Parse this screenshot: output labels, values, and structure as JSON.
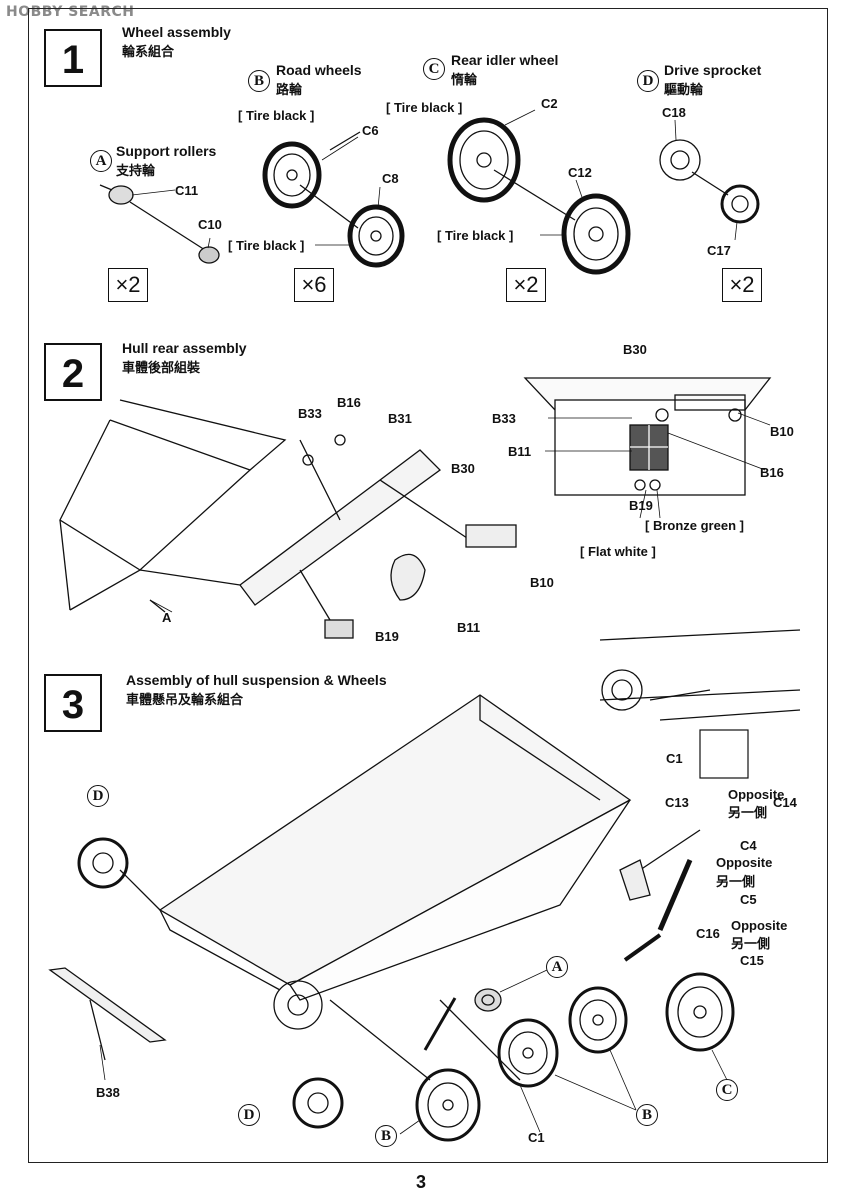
{
  "watermark": "HOBBY SEARCH",
  "page_number": "3",
  "step1": {
    "number": "1",
    "title": "Wheel assembly",
    "title_cn": "輪系組合",
    "support_rollers": {
      "letter": "A",
      "label": "Support rollers",
      "label_cn": "支持輪",
      "parts": [
        "C11",
        "C10"
      ],
      "qty": "×2"
    },
    "road_wheels": {
      "letter": "B",
      "label": "Road wheels",
      "label_cn": "路輪",
      "parts": [
        "C6",
        "C8"
      ],
      "paint": [
        "[ Tire black ]",
        "[ Tire black ]"
      ],
      "qty": "×6"
    },
    "rear_idler": {
      "letter": "C",
      "label": "Rear idler wheel",
      "label_cn": "惰輪",
      "parts": [
        "C2",
        "C12"
      ],
      "paint": [
        "[ Tire black ]",
        "[ Tire black ]"
      ],
      "qty": "×2"
    },
    "drive_sprocket": {
      "letter": "D",
      "label": "Drive sprocket",
      "label_cn": "驅動輪",
      "parts": [
        "C18",
        "C17"
      ],
      "qty": "×2"
    }
  },
  "step2": {
    "number": "2",
    "title": "Hull rear assembly",
    "title_cn": "車體後部組裝",
    "parts": [
      "B16",
      "B33",
      "B31",
      "B30",
      "A",
      "B19",
      "B11",
      "B10"
    ],
    "detail_parts": [
      "B30",
      "B33",
      "B10",
      "B11",
      "B16",
      "B19"
    ],
    "paint": {
      "bronze": "[ Bronze green ]",
      "white": "[ Flat white ]"
    }
  },
  "step3": {
    "number": "3",
    "title": "Assembly of hull suspension & Wheels",
    "title_cn": "車體懸吊及輪系組合",
    "inset_part": "C1",
    "parts": {
      "c13": "C13",
      "c14": "C14",
      "c4": "C4",
      "c5": "C5",
      "c16": "C16",
      "c15": "C15",
      "b38": "B38",
      "c1": "C1"
    },
    "opposite": "Opposite",
    "opposite_cn": "另一側",
    "letters": {
      "d_top": "D",
      "a": "A",
      "d_bottom": "D",
      "b_left": "B",
      "b_right": "B",
      "c": "C"
    }
  }
}
